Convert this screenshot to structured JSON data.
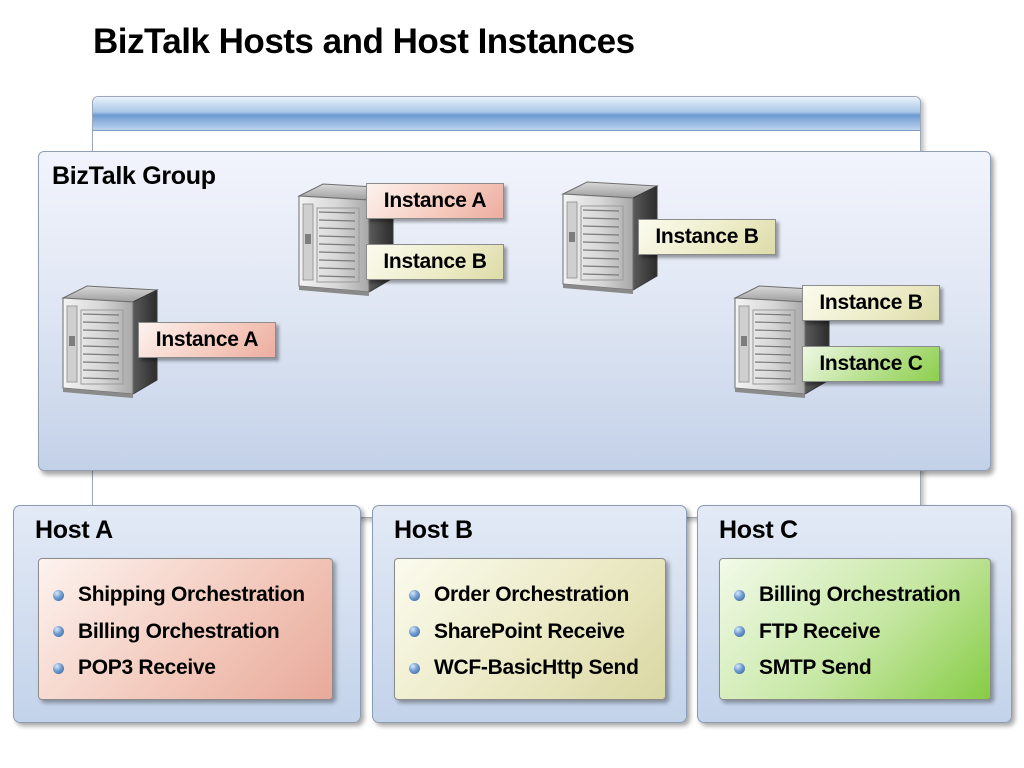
{
  "title": "BizTalk Hosts and Host Instances",
  "group": {
    "label": "BizTalk Group",
    "servers": [
      {
        "instances": [
          {
            "label": "Instance A",
            "color": "#f5c9bd"
          }
        ]
      },
      {
        "instances": [
          {
            "label": "Instance A",
            "color": "#f5c9bd"
          },
          {
            "label": "Instance B",
            "color": "#ecebc6"
          }
        ]
      },
      {
        "instances": [
          {
            "label": "Instance B",
            "color": "#ecebc6"
          }
        ]
      },
      {
        "instances": [
          {
            "label": "Instance B",
            "color": "#ecebc6"
          },
          {
            "label": "Instance C",
            "color": "#b7e08d"
          }
        ]
      }
    ]
  },
  "hosts": [
    {
      "label": "Host A",
      "color": "#f3cabd",
      "items": [
        "Shipping Orchestration",
        "Billing Orchestration",
        "POP3 Receive"
      ]
    },
    {
      "label": "Host B",
      "color": "#ebe9c4",
      "items": [
        "Order Orchestration",
        "SharePoint Receive",
        "WCF-BasicHttp Send"
      ]
    },
    {
      "label": "Host C",
      "color": "#c6e7a3",
      "items": [
        "Billing Orchestration",
        "FTP Receive",
        "SMTP Send"
      ]
    }
  ],
  "icons": {
    "server": "server-tower-icon",
    "bullet": "bullet-sphere-icon"
  }
}
